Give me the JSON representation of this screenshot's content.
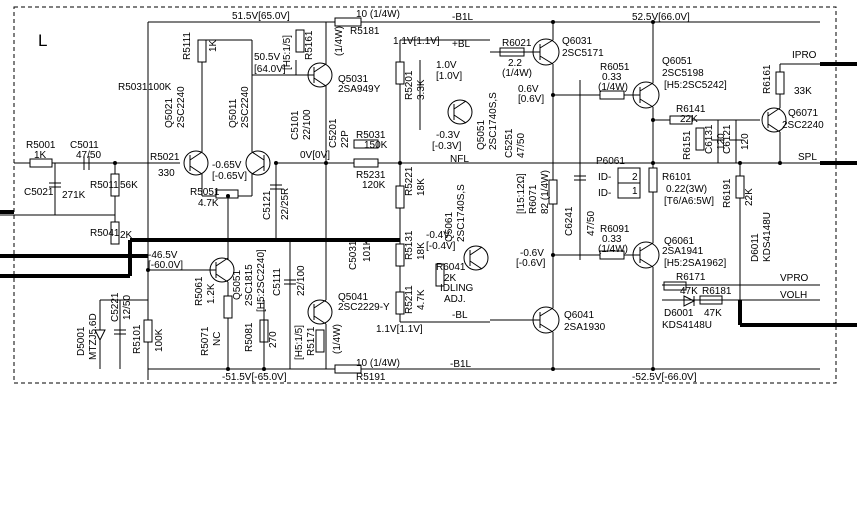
{
  "section_letter": "L",
  "rails": {
    "top_left_voltage": "51.5V[65.0V]",
    "top_resistor_power": "10 (1/4W)",
    "top_rail_name": "-B1L",
    "top_right_voltage": "52.5V[66.0V]",
    "bottom_left_voltage": "-51.5V[-65.0V]",
    "bottom_resistor_power": "10 (1/4W)",
    "bottom_rail_name": "-B1L",
    "bottom_right_voltage": "-52.5V[-66.0V]",
    "plus_bl": "+BL",
    "minus_bl": "-BL",
    "bias_top": "1.1V[1.1V]",
    "bias_bottom": "1.1V[1.1V]",
    "center_voltage": "0V[0V]"
  },
  "labels": {
    "r5001": "R5001",
    "r5001_val": "1K",
    "c5011": "C5011",
    "c5011_val": "47/50",
    "c5021": "C5021",
    "c5021_val": "271K",
    "r5011": "R5011",
    "r5011_val": "56K",
    "r5041": "R5041",
    "r5041_val": "2K",
    "r5021": "R5021",
    "r5021_val": "330",
    "r5031_top": "R5031",
    "r5031_top_val": "100K",
    "r5111": "R5111",
    "r5111_val": "1K",
    "q5021": "Q5021",
    "q5021_part": "2SC2240",
    "q5011": "Q5011",
    "q5011_part": "2SC2240",
    "v_q5011_a": "-0.65V",
    "v_q5011_b": "[-0.65V]",
    "r5051": "R5051",
    "r5051_val": "4.7K",
    "c5121": "C5121",
    "c5121_val": "22/25R",
    "v_q5031_a": "50.5V",
    "v_q5031_b": "[64.0V]",
    "r5161": "R5161",
    "r5161_hs": "[H5:1/5]",
    "r5161_val": "(1/4W)",
    "r5181": "R5181",
    "q5031": "Q5031",
    "q5031_part": "2SA949Y",
    "c5101": "C5101",
    "c5101_val": "22/100",
    "c5201": "C5201",
    "c5201_val": "22P",
    "r5031": "R5031",
    "r5031_val": "150K",
    "r5231": "R5231",
    "r5231_val": "120K",
    "r5211": "R5211",
    "r5211_val": "4.7K",
    "v_vr_a": "1.0V",
    "v_vr_b": "[1.0V]",
    "v_vr_c": "-0.3V",
    "v_vr_d": "[-0.3V]",
    "nfl": "NFL",
    "r5201": "R5201",
    "r5201_val": "3.3K",
    "q5051": "Q5051",
    "q5051_part": "2SC1740S,S",
    "r5221": "R5221",
    "r5221_val": "18K",
    "c5251": "C5251",
    "c5251_val": "47/50",
    "q5061": "Q5061",
    "q5061_part": "2SC1740S,S",
    "v_b_a": "-0.4V",
    "v_b_b": "[-0.4V]",
    "r6041": "R6041",
    "r6041_val": "2K",
    "r6041_desc_1": "IDLING",
    "r6041_desc_2": "ADJ.",
    "r5131": "R5131",
    "r5131_val": "18K",
    "c5031": "C5031",
    "c5031_val": "101K",
    "r6021": "R6021",
    "r6021_val": "2.2",
    "r6021_pwr": "(1/4W)",
    "q6031": "Q6031",
    "q6031_part": "2SC5171",
    "v_q6031_a": "0.6V",
    "v_q6031_b": "[0.6V]",
    "r6051": "R6051",
    "r6051_val": "0.33",
    "r6051_pwr": "(1/4W)",
    "q6051": "Q6051",
    "q6051_part": "2SC5198",
    "q6051_hs": "[H5:2SC5242]",
    "r6141": "R6141",
    "r6141_val": "22K",
    "r6151": "R6151",
    "c6131": "C6131",
    "c6131_val": "120",
    "c6121": "C6121",
    "c6121_val": "120",
    "ipro": "IPRO",
    "r6161": "R6161",
    "r6161_val": "33K",
    "q6071": "Q6071",
    "q6071_part": "2SC2240",
    "spl": "SPL",
    "p6061": "P6061",
    "pin_id1": "ID-",
    "pin_id2": "ID-",
    "pin_2": "2",
    "pin_1": "1",
    "r6101": "R6101",
    "r6101_val": "0.22(3W)",
    "r6101_hs": "[T6/A6:5W]",
    "r6191": "R6191",
    "r6191_val": "22K",
    "d6011": "D6011",
    "d6011_part": "KDS4148U",
    "r6071": "R6071",
    "r6071_val": "82 (1/4W)",
    "r6071_hs": "[I15:12Ω]",
    "c6241": "C6241",
    "c6241_val": "47/50",
    "v_q6041_a": "-0.6V",
    "v_q6041_b": "[-0.6V]",
    "r6091": "R6091",
    "r6091_val": "0.33",
    "r6091_pwr": "(1/4W)",
    "q6061": "Q6061",
    "q6061_part": "2SA1941",
    "q6061_hs": "[H5:2SA1962]",
    "r6171": "R6171",
    "r6171_val": "47K",
    "r6181": "R6181",
    "r6181_val": "47K",
    "vpro": "VPRO",
    "volh": "VOLH",
    "d6001": "D6001",
    "d6001_part": "KDS4148U",
    "q6041": "Q6041",
    "q6041_part": "2SA1930",
    "v_q5051_a": "-46.5V",
    "v_q5051_b": "[-60.0V]",
    "q5051b": "Q5051",
    "q5051b_part": "2SC1815",
    "q5051b_hs": "[H5:2SC2240]",
    "r5061": "R5061",
    "r5061_val": "1.2K",
    "r5071": "R5071",
    "r5071_val": "NC",
    "r5081": "R5081",
    "r5081_val": "270",
    "c5111": "C5111",
    "c5111_val": "22/100",
    "q5041": "Q5041",
    "q5041_part": "2SC2229-Y",
    "r5171": "R5171",
    "r5171_hs": "[H5:1/5]",
    "r5171_val": "(1/4W)",
    "r5191": "R5191",
    "d5001": "D5001",
    "d5001_part": "MTZJ5.6D",
    "c5221": "C5221",
    "c5221_val": "12/50",
    "r5101": "R5101",
    "r5101_val": "100K"
  }
}
